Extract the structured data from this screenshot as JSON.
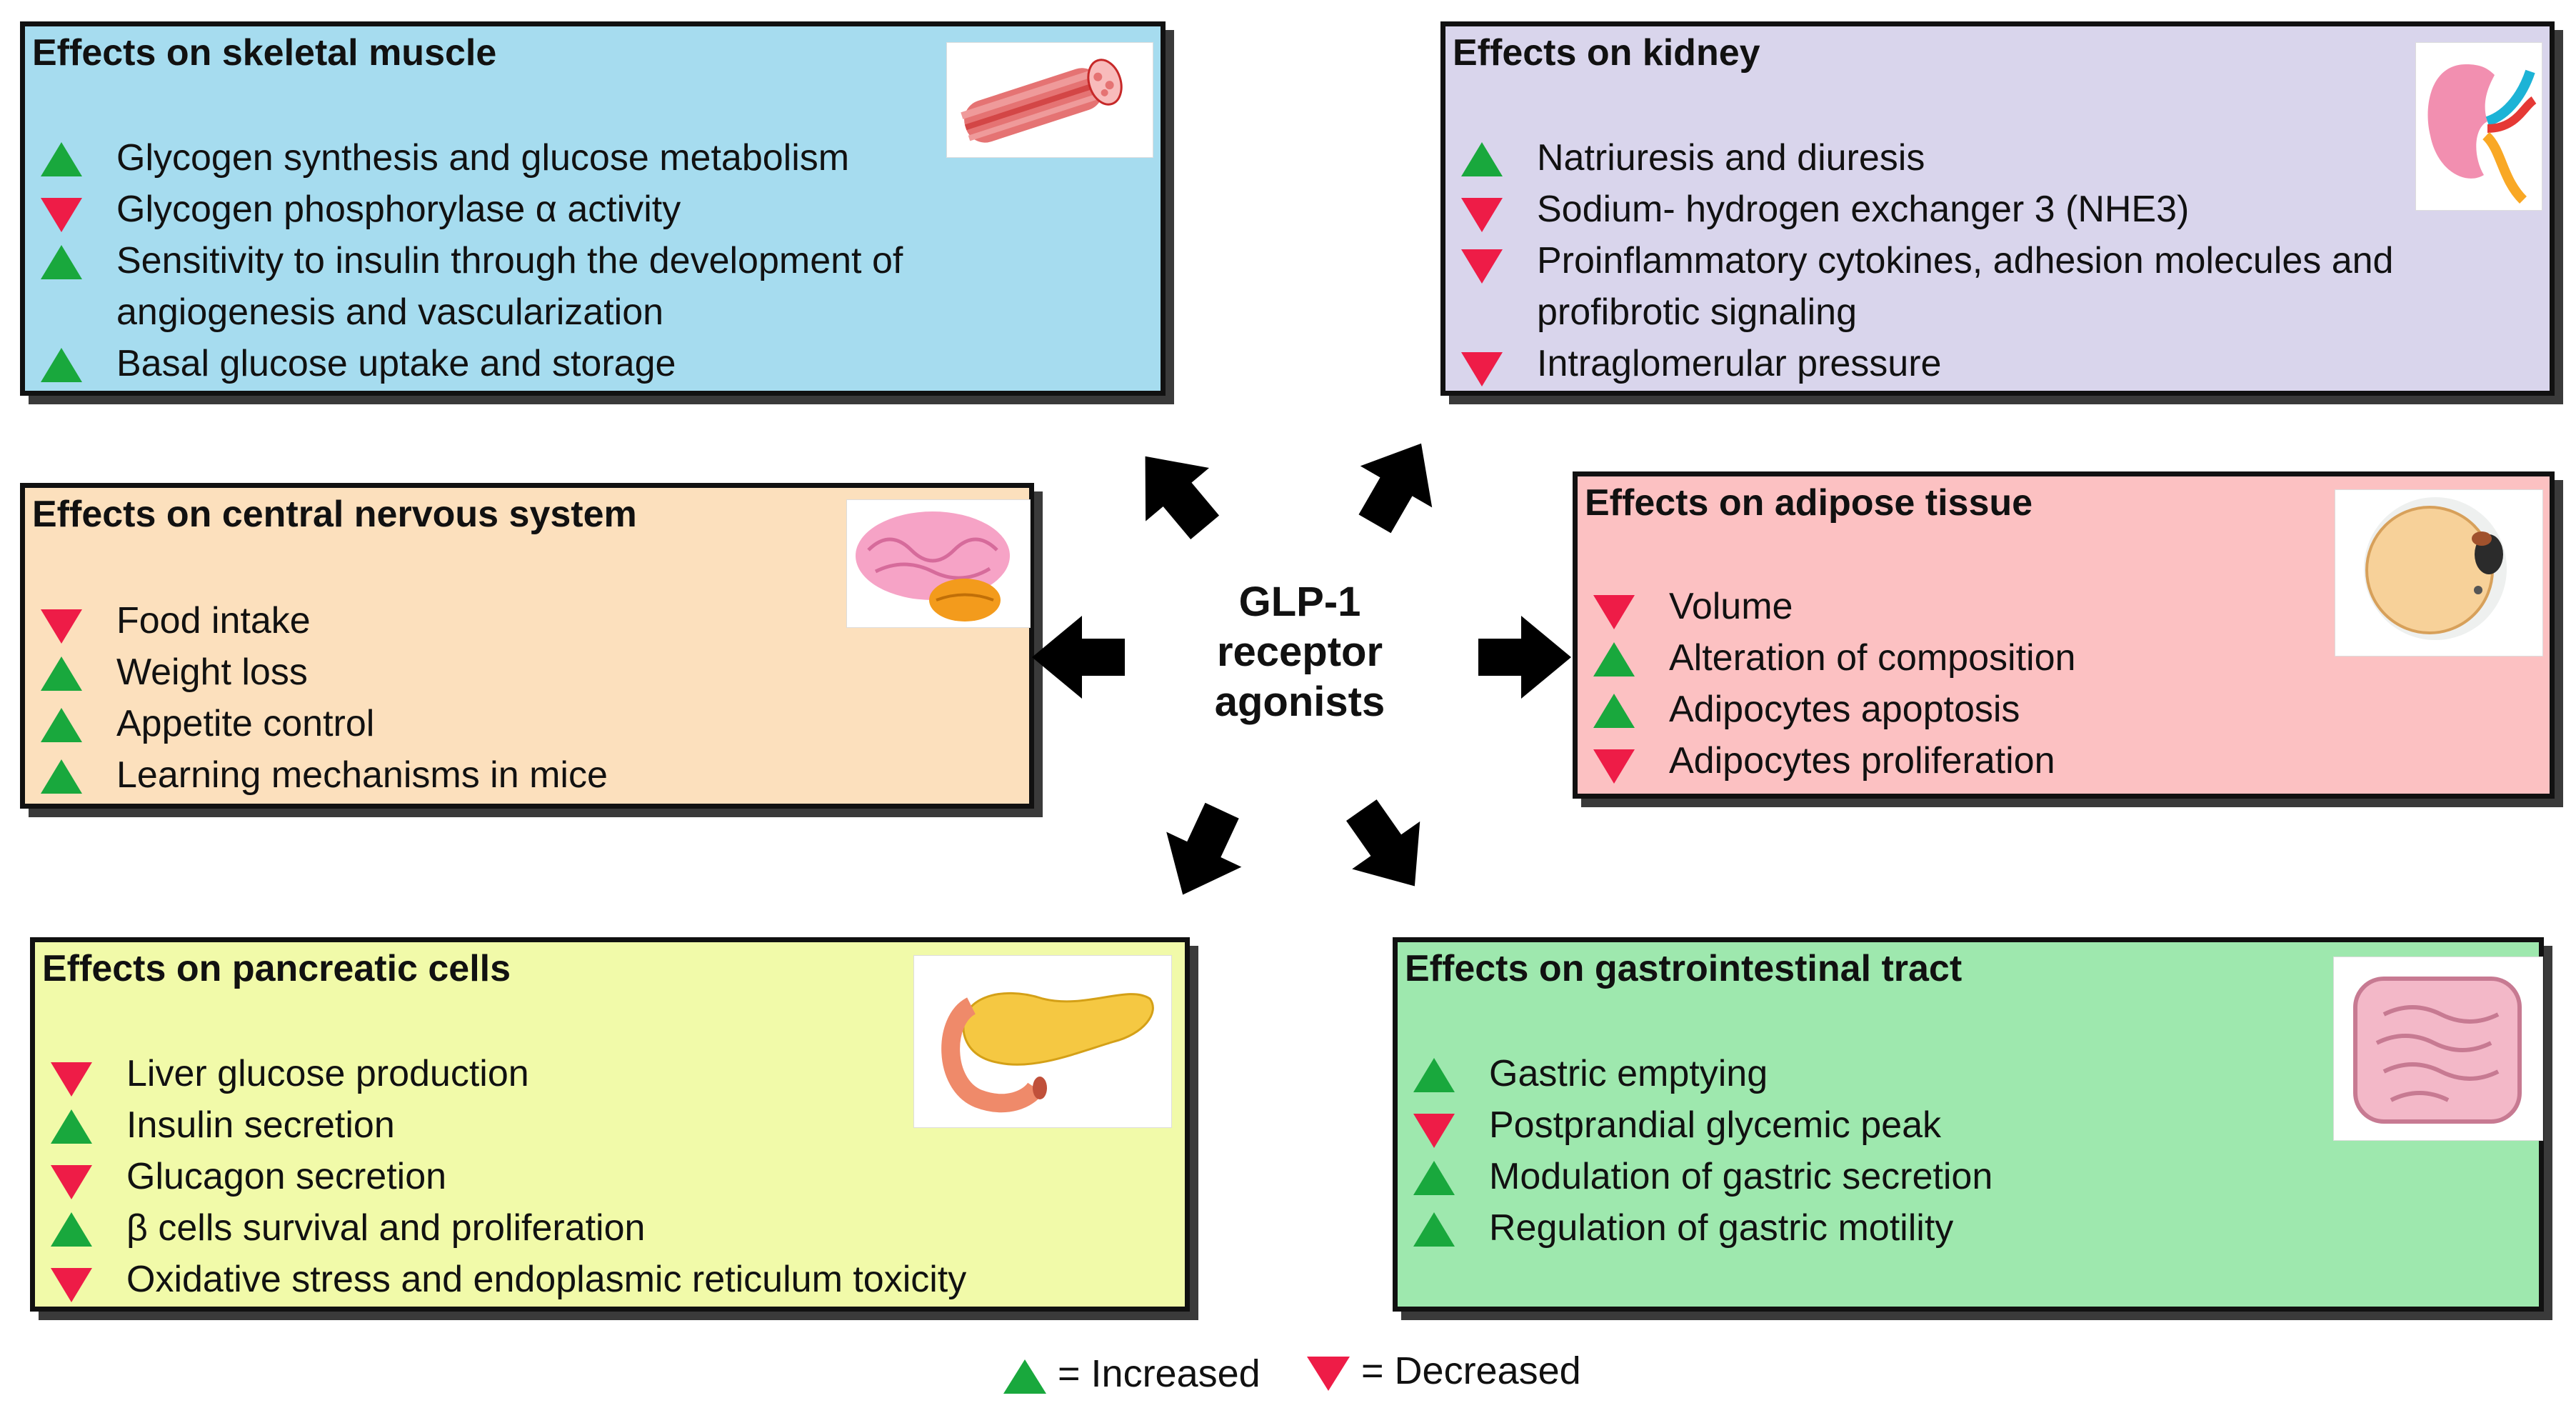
{
  "center": {
    "lines": [
      "GLP-1",
      "receptor",
      "agonists"
    ]
  },
  "colors": {
    "increased": "#19a83d",
    "decreased": "#ee1c47",
    "skeletal_bg": "#a6dcef",
    "kidney_bg": "#d9d5ec",
    "cns_bg": "#fce0bd",
    "adipose_bg": "#fcc1c2",
    "pancreatic_bg": "#f1faa9",
    "gi_bg": "#9ee8ae"
  },
  "panels": {
    "skeletal": {
      "title": "Effects on skeletal muscle",
      "icon": "muscle-fiber-icon",
      "items": [
        {
          "dir": "up",
          "text": "Glycogen synthesis and glucose metabolism"
        },
        {
          "dir": "down",
          "text": "Glycogen phosphorylase α activity"
        },
        {
          "dir": "up",
          "text": "Sensitivity to insulin through the development of angiogenesis and vascularization"
        },
        {
          "dir": "up",
          "text": "Basal glucose uptake and storage"
        }
      ]
    },
    "kidney": {
      "title": "Effects on kidney",
      "icon": "kidney-icon",
      "items": [
        {
          "dir": "up",
          "text": "Natriuresis and diuresis"
        },
        {
          "dir": "down",
          "text": "Sodium- hydrogen exchanger 3 (NHE3)"
        },
        {
          "dir": "down",
          "text": "Proinflammatory cytokines, adhesion molecules and profibrotic signaling"
        },
        {
          "dir": "down",
          "text": "Intraglomerular pressure"
        }
      ]
    },
    "cns": {
      "title": "Effects on central nervous system",
      "icon": "brain-icon",
      "items": [
        {
          "dir": "down",
          "text": "Food intake"
        },
        {
          "dir": "up",
          "text": "Weight loss"
        },
        {
          "dir": "up",
          "text": "Appetite control"
        },
        {
          "dir": "up",
          "text": "Learning mechanisms in mice"
        }
      ]
    },
    "adipose": {
      "title": "Effects on adipose tissue",
      "icon": "adipocyte-icon",
      "items": [
        {
          "dir": "down",
          "text": "Volume"
        },
        {
          "dir": "up",
          "text": "Alteration of composition"
        },
        {
          "dir": "up",
          "text": "Adipocytes apoptosis"
        },
        {
          "dir": "down",
          "text": "Adipocytes proliferation"
        }
      ]
    },
    "pancreatic": {
      "title": "Effects on pancreatic cells",
      "icon": "pancreas-icon",
      "items": [
        {
          "dir": "down",
          "text": "Liver glucose production"
        },
        {
          "dir": "up",
          "text": "Insulin secretion"
        },
        {
          "dir": "down",
          "text": "Glucagon secretion"
        },
        {
          "dir": "up",
          "text": "β cells survival and proliferation"
        },
        {
          "dir": "down",
          "text": "Oxidative stress and endoplasmic reticulum toxicity"
        }
      ]
    },
    "gi": {
      "title": "Effects on gastrointestinal tract",
      "icon": "intestine-icon",
      "items": [
        {
          "dir": "up",
          "text": "Gastric emptying"
        },
        {
          "dir": "down",
          "text": "Postprandial glycemic peak"
        },
        {
          "dir": "up",
          "text": "Modulation of gastric secretion"
        },
        {
          "dir": "up",
          "text": "Regulation of gastric motility"
        }
      ]
    }
  },
  "legend": {
    "increased": "= Increased",
    "decreased": "= Decreased"
  }
}
